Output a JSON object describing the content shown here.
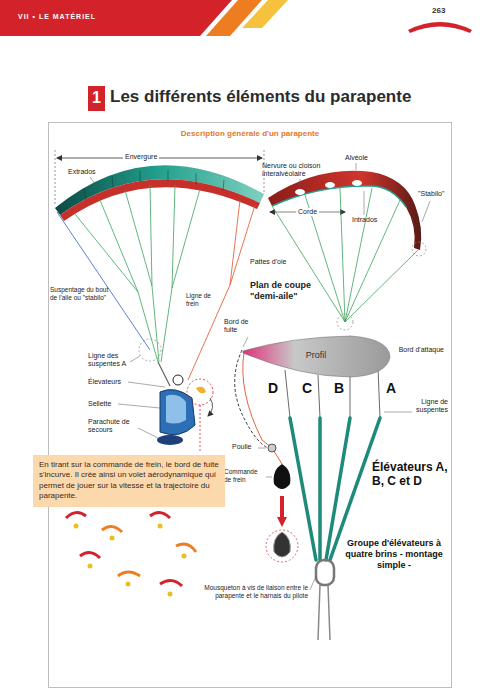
{
  "diagram": {
    "title": "Les différents éléments du parapente",
    "nodes": [
      {
        "text": [
          "1"
        ]
      },
      {
        "text": [
          "Description générale d'un parapente"
        ]
      },
      {
        "text": [
          "Profil"
        ],
        "in": 1
      },
      {
        "text": [
          "En tirant sur la commande de frein, le bord de fuite s'incurve. Il crée ainsi un volet aérodynamique qui permet de jouer sur la vitesse et la trajectoire du parapente."
        ]
      }
    ],
    "labels": [
      "VII • LE MATÉRIEL",
      "263",
      "Envergure",
      "Extrados",
      "Nervure ou cloison interalvéolaire",
      "Alvéole",
      "Corde",
      "Intrados",
      "\"Stabilo\"",
      "Pattes d'oie",
      "Plan de coupe \"demi-aile\"",
      "Suspentage du bout de l'aile ou \"stabilo\"",
      "Ligne de frein",
      "Ligne des suspentes A",
      "Élevateurs",
      "Sellette",
      "Parachute de secours",
      "Bord de fuite",
      "Bord d'attaque",
      "D",
      "C",
      "B",
      "A",
      "Ligne de suspentes",
      "Poulie",
      "Commande de frein",
      "Élévateurs A, B, C et D",
      "Groupe d'élévateurs à quatre brins - montage simple -",
      "Mousqueton à vis de liaison entre le parapente et le harnais du pilote"
    ]
  }
}
